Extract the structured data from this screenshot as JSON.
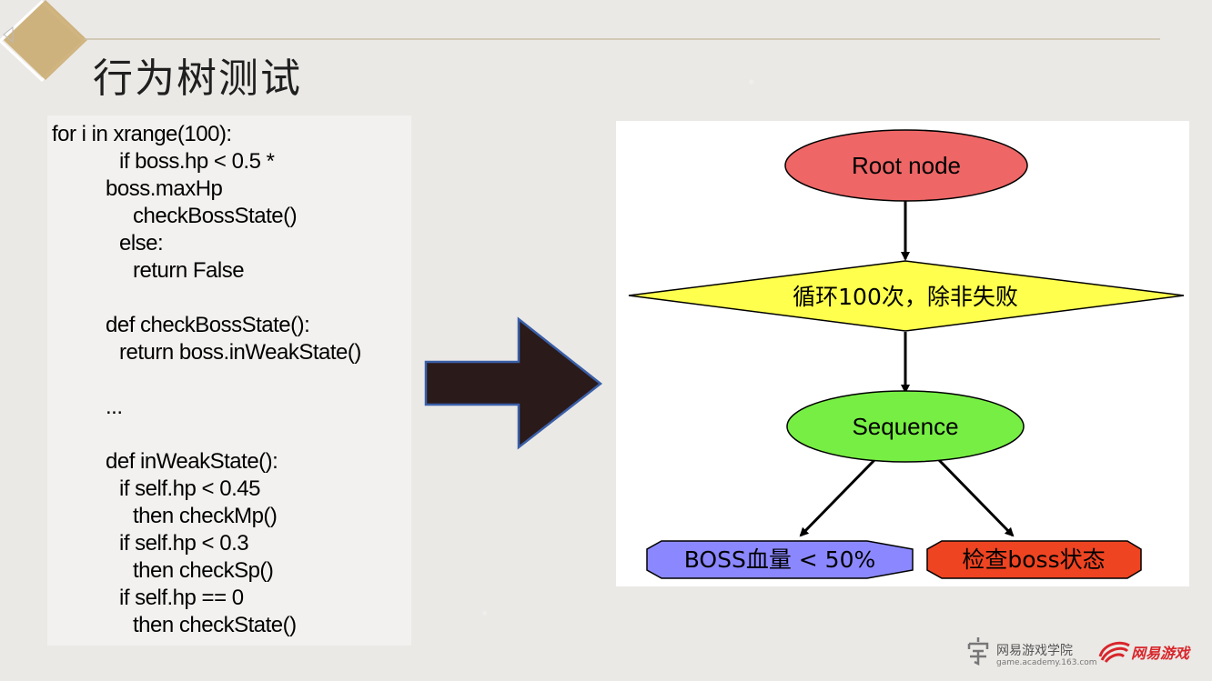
{
  "slide": {
    "title": "行为树测试",
    "accent_color": "#c9a86a"
  },
  "code": {
    "lines": [
      "for i in xrange(100):",
      "if boss.hp < 0.5 *",
      "boss.maxHp",
      "checkBossState()",
      "else:",
      "return False",
      "",
      "def checkBossState():",
      "return boss.inWeakState()",
      "",
      "...",
      "",
      "def inWeakState():",
      "if self.hp < 0.45",
      "then checkMp()",
      "if self.hp < 0.3",
      "then checkSp()",
      "if self.hp == 0",
      "then checkState()"
    ]
  },
  "arrow": {
    "fill_color": "#2b1a1a",
    "stroke_color": "#3a5fa8"
  },
  "tree": {
    "root": {
      "label": "Root node",
      "color": "#ee6666"
    },
    "repeat": {
      "label": "循环100次，除非失败",
      "color": "#ffff4d"
    },
    "sequence": {
      "label": "Sequence",
      "color": "#77ee44"
    },
    "condition": {
      "label": "BOSS血量 < 50%",
      "color": "#8b88ff"
    },
    "action": {
      "label": "检查boss状态",
      "color": "#ee4422"
    }
  },
  "footer": {
    "academy_name": "网易游戏学院",
    "academy_url": "game.academy.163.com",
    "brand_name": "网易游戏",
    "brand_color": "#d8262c"
  }
}
